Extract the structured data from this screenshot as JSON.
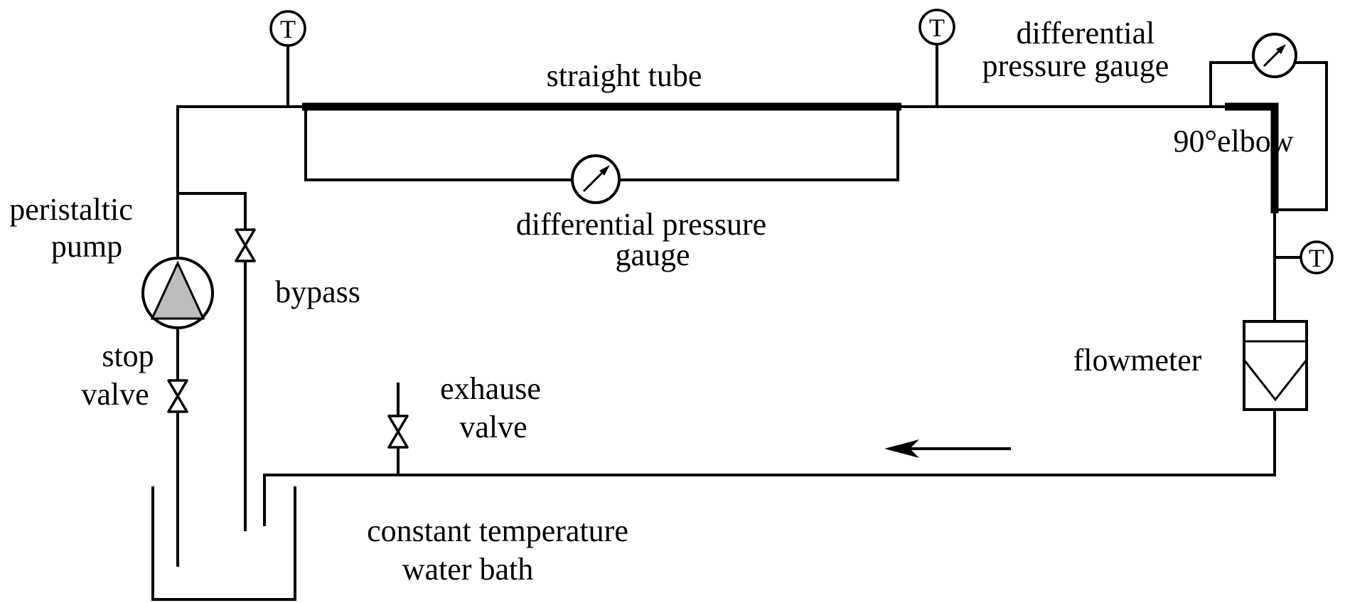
{
  "diagram": {
    "labels": {
      "straight_tube": "straight tube",
      "dp_center_line1": "differential pressure",
      "dp_center_line2": "gauge",
      "dp_right_line1": "differential",
      "dp_right_line2": "pressure gauge",
      "elbow": "90°elbow",
      "peristaltic_line1": "peristaltic",
      "peristaltic_line2": "pump",
      "bypass": "bypass",
      "stop_line1": "stop",
      "stop_line2": "valve",
      "exhause_line1": "exhause",
      "exhause_line2": "valve",
      "bath_line1": "constant temperature",
      "bath_line2": "water bath",
      "flowmeter": "flowmeter",
      "temp_sensor": "T"
    },
    "colors": {
      "line": "#000000",
      "background": "#ffffff",
      "pump_triangle_fill": "#bdbdbd"
    }
  }
}
